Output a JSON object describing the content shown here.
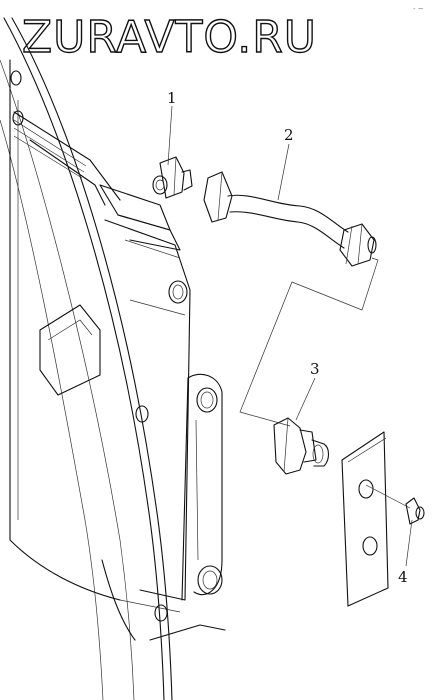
{
  "watermark": "ZURAVTO.RU",
  "corner_mark": "- ~",
  "callouts": [
    {
      "id": "1",
      "label": "1"
    },
    {
      "id": "2",
      "label": "2"
    },
    {
      "id": "3",
      "label": "3"
    },
    {
      "id": "4",
      "label": "4"
    }
  ]
}
